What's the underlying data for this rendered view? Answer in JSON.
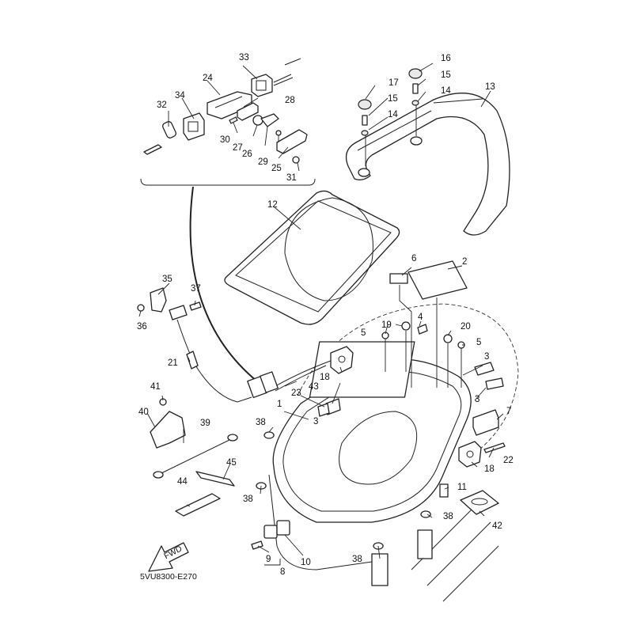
{
  "diagram": {
    "type": "exploded-parts-diagram",
    "code": "5VU8300-E270",
    "direction_arrow": "FWD",
    "inset_group": [
      "24",
      "25",
      "26",
      "27",
      "28",
      "29",
      "30",
      "31",
      "32",
      "33",
      "34"
    ],
    "parts": [
      {
        "id": "1",
        "label": "1"
      },
      {
        "id": "2",
        "label": "2"
      },
      {
        "id": "3a",
        "label": "3"
      },
      {
        "id": "3b",
        "label": "3"
      },
      {
        "id": "3c",
        "label": "3"
      },
      {
        "id": "4",
        "label": "4"
      },
      {
        "id": "5a",
        "label": "5"
      },
      {
        "id": "5b",
        "label": "5"
      },
      {
        "id": "6",
        "label": "6"
      },
      {
        "id": "7",
        "label": "7"
      },
      {
        "id": "8",
        "label": "8"
      },
      {
        "id": "9",
        "label": "9"
      },
      {
        "id": "10",
        "label": "10"
      },
      {
        "id": "11",
        "label": "11"
      },
      {
        "id": "12",
        "label": "12"
      },
      {
        "id": "13",
        "label": "13"
      },
      {
        "id": "14a",
        "label": "14"
      },
      {
        "id": "14b",
        "label": "14"
      },
      {
        "id": "15a",
        "label": "15"
      },
      {
        "id": "15b",
        "label": "15"
      },
      {
        "id": "16",
        "label": "16"
      },
      {
        "id": "17",
        "label": "17"
      },
      {
        "id": "18a",
        "label": "18"
      },
      {
        "id": "18b",
        "label": "18"
      },
      {
        "id": "19",
        "label": "19"
      },
      {
        "id": "20",
        "label": "20"
      },
      {
        "id": "21",
        "label": "21"
      },
      {
        "id": "22",
        "label": "22"
      },
      {
        "id": "23",
        "label": "23"
      },
      {
        "id": "24",
        "label": "24"
      },
      {
        "id": "25",
        "label": "25"
      },
      {
        "id": "26",
        "label": "26"
      },
      {
        "id": "27",
        "label": "27"
      },
      {
        "id": "28",
        "label": "28"
      },
      {
        "id": "29",
        "label": "29"
      },
      {
        "id": "30",
        "label": "30"
      },
      {
        "id": "31",
        "label": "31"
      },
      {
        "id": "32",
        "label": "32"
      },
      {
        "id": "33",
        "label": "33"
      },
      {
        "id": "34",
        "label": "34"
      },
      {
        "id": "35",
        "label": "35"
      },
      {
        "id": "36",
        "label": "36"
      },
      {
        "id": "37",
        "label": "37"
      },
      {
        "id": "38a",
        "label": "38"
      },
      {
        "id": "38b",
        "label": "38"
      },
      {
        "id": "38c",
        "label": "38"
      },
      {
        "id": "38d",
        "label": "38"
      },
      {
        "id": "39",
        "label": "39"
      },
      {
        "id": "40",
        "label": "40"
      },
      {
        "id": "41",
        "label": "41"
      },
      {
        "id": "42",
        "label": "42"
      },
      {
        "id": "43",
        "label": "43"
      },
      {
        "id": "44",
        "label": "44"
      },
      {
        "id": "45",
        "label": "45"
      }
    ]
  }
}
